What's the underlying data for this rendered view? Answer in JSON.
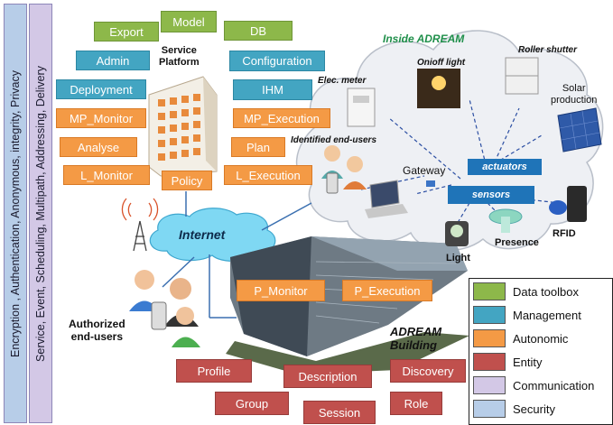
{
  "side_bars": [
    {
      "text": "Encryption , Authentication, Anonymous, integrity, Privacy",
      "color": "#b7cde8"
    },
    {
      "text": "Service, Event, Scheduling, Multipath, Addressing, Delivery",
      "color": "#d3c8e6"
    }
  ],
  "service_platform_label": "Service\nPlatform",
  "boxes": {
    "export": "Export",
    "model": "Model",
    "db": "DB",
    "admin": "Admin",
    "configuration": "Configuration",
    "deployment": "Deployment",
    "ihm": "IHM",
    "mp_monitor": "MP_Monitor",
    "mp_execution": "MP_Execution",
    "analyse": "Analyse",
    "plan": "Plan",
    "l_monitor": "L_Monitor",
    "policy": "Policy",
    "l_execution": "L_Execution",
    "p_monitor": "P_Monitor",
    "p_execution": "P_Execution",
    "profile": "Profile",
    "description": "Description",
    "discovery": "Discovery",
    "group": "Group",
    "session": "Session",
    "role": "Role"
  },
  "internet_label": "Internet",
  "cloud": {
    "title": "Inside ADREAM",
    "onoff_light": "Onioff light",
    "roller_shutter": "Roller shutter",
    "elec_meter": "Elec. meter",
    "solar": "Solar\nproduction",
    "identified_users": "Identified end-users",
    "gateway": "Gateway",
    "actuators": "actuators",
    "sensors": "sensors",
    "light": "Light",
    "presence": "Presence",
    "rfid": "RFID"
  },
  "authorized_users": "Authorized\nend-users",
  "building_label": "ADREAM\nBuilding",
  "legend": [
    {
      "label": "Data toolbox",
      "color": "#8db84a"
    },
    {
      "label": "Management",
      "color": "#43a5c2"
    },
    {
      "label": "Autonomic",
      "color": "#f49a45"
    },
    {
      "label": "Entity",
      "color": "#c0504d"
    },
    {
      "label": "Communication",
      "color": "#d3c8e6"
    },
    {
      "label": "Security",
      "color": "#b7cde8"
    }
  ],
  "colors": {
    "data_toolbox": "#8db84a",
    "management": "#43a5c2",
    "autonomic": "#f49a45",
    "entity": "#c0504d",
    "cloud_fill": "#eef0f4",
    "internet_cloud": "#7fd8f3",
    "actuator_fill": "#1f74b8"
  }
}
